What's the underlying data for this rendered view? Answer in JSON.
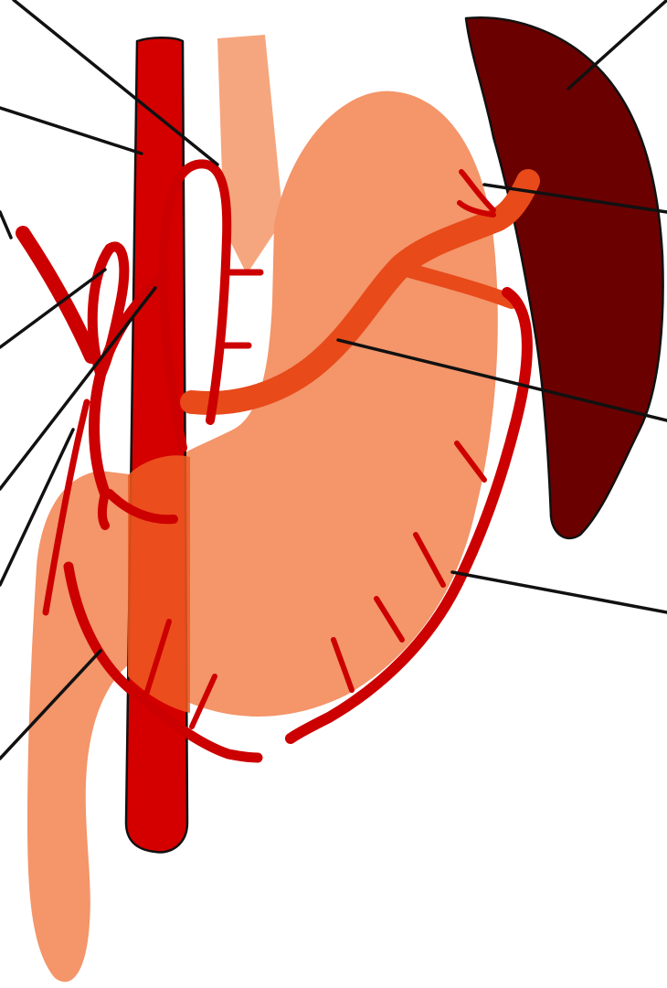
{
  "diagram": {
    "subject": "",
    "colors": {
      "background": "#ffffff",
      "stomach": "#f4956a",
      "stomach_light": "#f6a67e",
      "duodenum": "#f4956a",
      "aorta": "#d40000",
      "artery": "#cc0000",
      "splenic_artery": "#e84a1a",
      "spleen": "#6b0000",
      "outline": "#111111",
      "leader_line": "#111111"
    },
    "icons": [
      "stomach-shape",
      "aorta-shape",
      "spleen-shape",
      "duodenum-shape",
      "artery-branches",
      "leader-lines"
    ],
    "labels": []
  }
}
